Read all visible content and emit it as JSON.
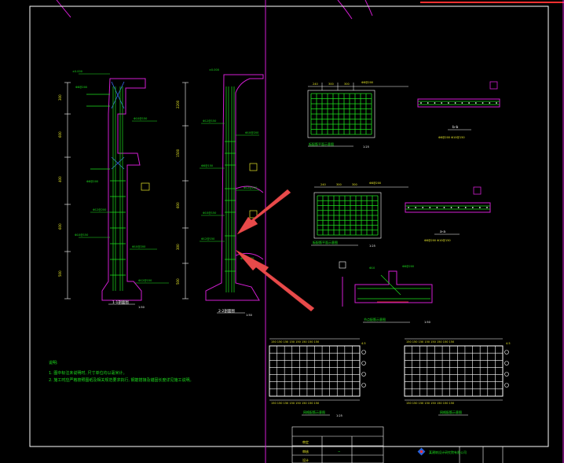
{
  "colors": {
    "background": "#000000",
    "frame": "#ffffff",
    "magenta": "#d21ed2",
    "green": "#1ee01e",
    "yellow": "#e6e62a",
    "cyan": "#29d6d6",
    "red_arrow": "#e84a4a"
  },
  "notes": {
    "title": "说明:",
    "lines": [
      "1. 图中标注未说明时, 尺寸单位均以毫米计。",
      "2. 施工时应严格按照图纸及相关规范要求执行, 钢筋搭接及锚固长度详见施工说明。"
    ]
  },
  "views": [
    {
      "label": "1-1剖面图",
      "scale": "1:50"
    },
    {
      "label": "2-2剖面图",
      "scale": "1:50"
    },
    {
      "label": "板配筋平面示意图",
      "scale": "1:25"
    },
    {
      "label": "b-b",
      "scale": ""
    },
    {
      "label": "板配筋平面示意图",
      "scale": "1:25"
    },
    {
      "label": "a-a",
      "scale": ""
    },
    {
      "label": "节点配筋示意图",
      "scale": "1:50"
    },
    {
      "label": "网格配筋示意图",
      "scale": "1:25"
    },
    {
      "label": "网格配筋示意图",
      "scale": ""
    }
  ],
  "title_block": {
    "company": "某建筑设计研究院有限公司",
    "rows": [
      "审定",
      "审核",
      "设计"
    ]
  },
  "icons": [
    "red-arrow-icon",
    "red-arrow-icon"
  ]
}
